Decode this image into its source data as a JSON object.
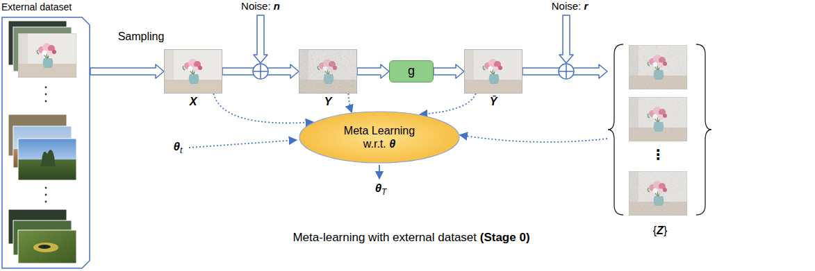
{
  "diagram": {
    "caption": "Meta-learning with external dataset (Stage 0)",
    "nodes": [
      {
        "text": [
          "External dataset"
        ]
      },
      {
        "text": [
          "X"
        ]
      },
      {
        "text": [
          "Y"
        ]
      },
      {
        "text": [
          "g"
        ]
      },
      {
        "text": [
          "Ȳ"
        ]
      },
      {
        "text": [
          "{Z}"
        ]
      },
      {
        "text": [
          "Meta Learning w.r.t. θ"
        ]
      }
    ],
    "edges": [
      {
        "from": 0,
        "to": 1,
        "arrow": "to",
        "label": "Sampling"
      },
      {
        "from": 1,
        "to": 2,
        "arrow": "to"
      },
      {
        "from": 2,
        "to": 3,
        "arrow": "to"
      },
      {
        "from": 3,
        "to": 4,
        "arrow": "to"
      },
      {
        "from": 4,
        "to": 5,
        "arrow": "to"
      },
      {
        "from": 1,
        "to": 6,
        "arrow": "to"
      },
      {
        "from": 2,
        "to": 6,
        "arrow": "to"
      },
      {
        "from": 4,
        "to": 6,
        "arrow": "to"
      },
      {
        "from": 5,
        "to": 6,
        "arrow": "to"
      }
    ],
    "labels": [
      "Noise: n",
      "Noise: r",
      "θt",
      "θT",
      "⋮"
    ]
  }
}
